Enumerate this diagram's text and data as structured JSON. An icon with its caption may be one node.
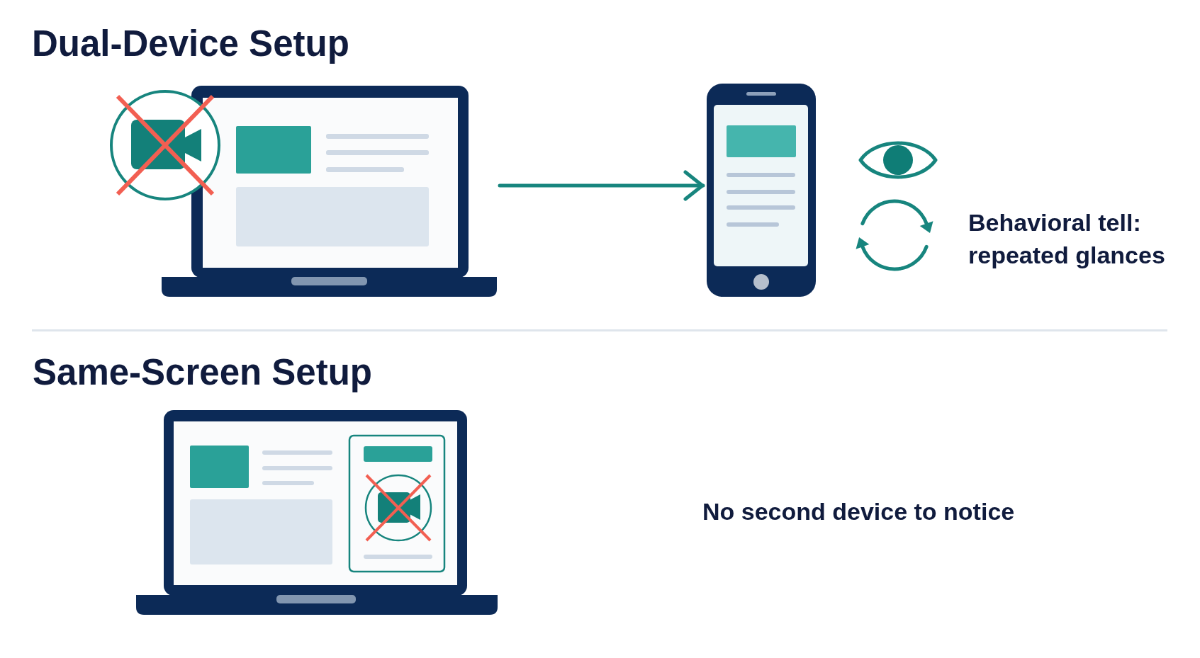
{
  "diagram": {
    "nodes": [
      {
        "text": [],
        "shape": "picture"
      },
      {
        "text": [],
        "shape": "picture"
      }
    ],
    "edges": [
      {
        "from": 0,
        "to": 1,
        "arrow": "to"
      }
    ],
    "labels": [
      "Dual-Device Setup",
      "Behavioral tell: repeated glances",
      "Same-Screen Setup",
      "No second device to notice"
    ]
  }
}
